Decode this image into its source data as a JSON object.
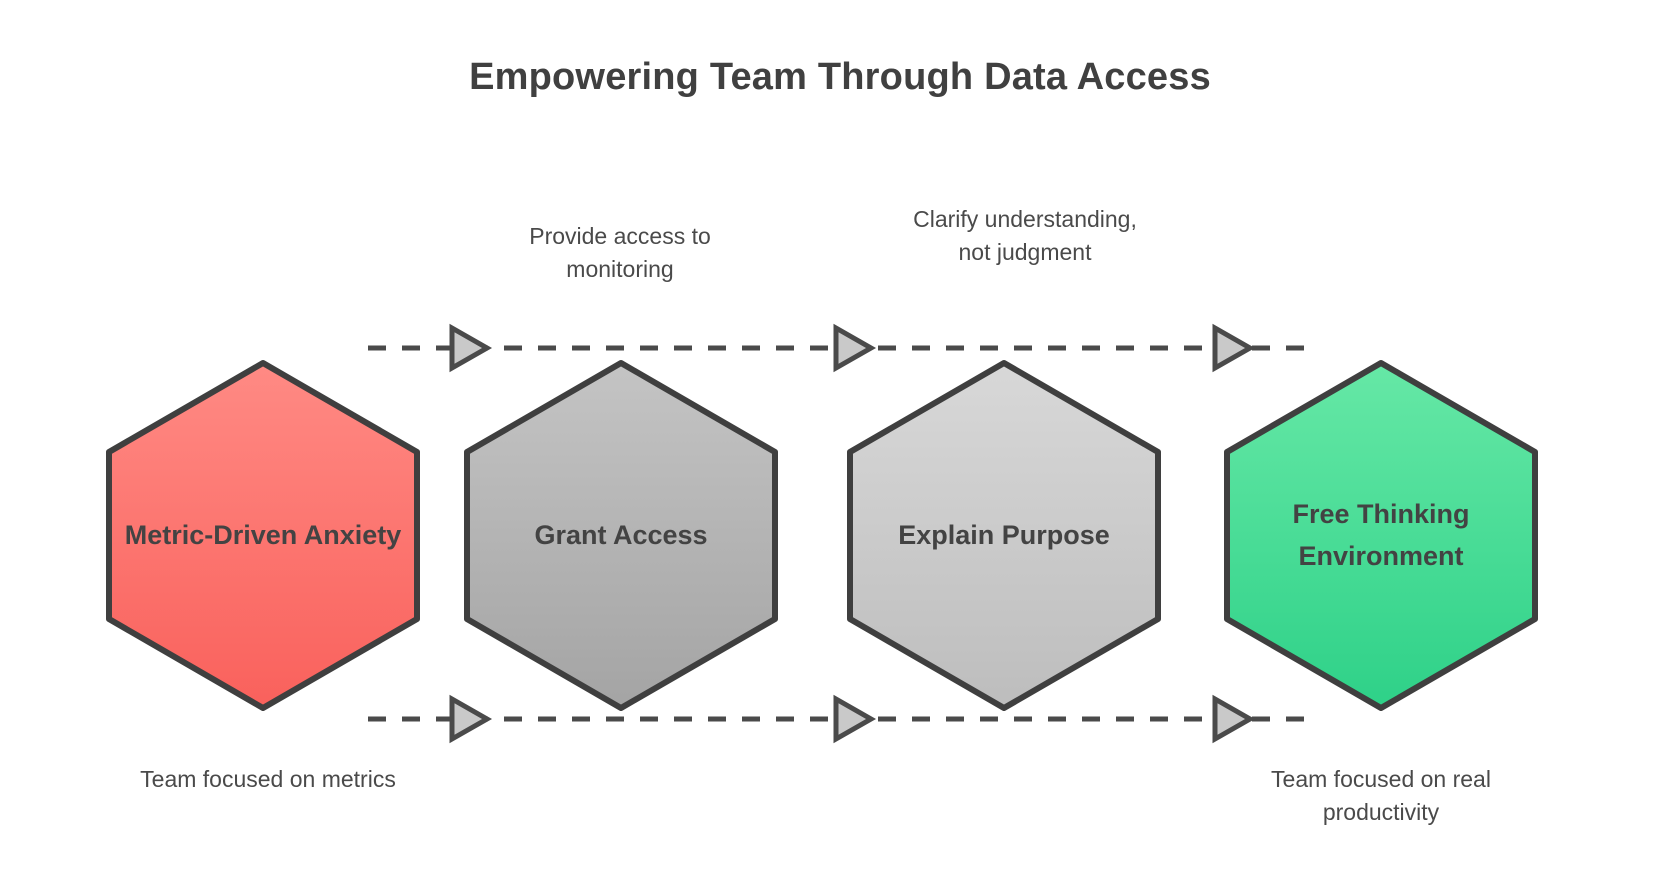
{
  "page": {
    "title": "Empowering Team Through Data Access",
    "background_color": "#ffffff",
    "text_color": "#404040"
  },
  "nodes": [
    {
      "id": "metric-driven-anxiety",
      "label": "Metric-Driven Anxiety",
      "shape": "hexagon",
      "fill_top": "#ff8a84",
      "fill_bottom": "#f9615c",
      "stroke": "#3f3f3f"
    },
    {
      "id": "grant-access",
      "label": "Grant Access",
      "shape": "hexagon",
      "fill_top": "#c2c2c2",
      "fill_bottom": "#a6a6a6",
      "stroke": "#3f3f3f"
    },
    {
      "id": "explain-purpose",
      "label": "Explain Purpose",
      "shape": "hexagon",
      "fill_top": "#d6d6d6",
      "fill_bottom": "#bfbfbf",
      "stroke": "#3f3f3f"
    },
    {
      "id": "free-thinking-environment",
      "label": "Free Thinking Environment",
      "shape": "hexagon",
      "fill_top": "#63e6a4",
      "fill_bottom": "#2fd389",
      "stroke": "#3f3f3f"
    }
  ],
  "edge_captions": [
    {
      "id": "provide-access",
      "text": "Provide access to monitoring"
    },
    {
      "id": "clarify-purpose",
      "text": "Clarify understanding, not judgment"
    }
  ],
  "outcome_captions": [
    {
      "id": "before-outcome",
      "text": "Team focused on metrics"
    },
    {
      "id": "after-outcome",
      "text": "Team focused on real productivity"
    }
  ],
  "connectors": {
    "style": "dashed",
    "color": "#4a4a4a",
    "arrowhead_fill": "#c9c9c9",
    "arrowhead_stroke": "#4a4a4a",
    "dash_pattern": "18 16",
    "stroke_width": 5
  }
}
